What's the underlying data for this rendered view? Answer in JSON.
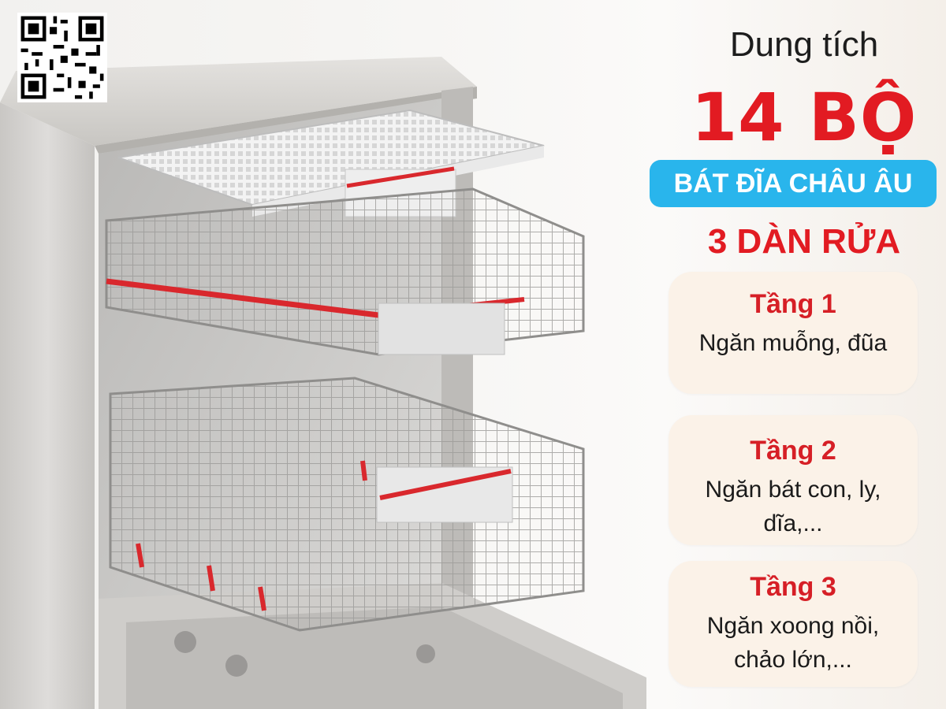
{
  "promo": {
    "capacity_label": "Dung tích",
    "capacity_value": "14 BỘ",
    "capacity_unit": "BÁT ĐĨA CHÂU ÂU",
    "racks_label": "3 DÀN RỬA"
  },
  "tiers": [
    {
      "title": "Tầng 1",
      "desc_lines": [
        "Ngăn muỗng, đũa"
      ]
    },
    {
      "title": "Tầng 2",
      "desc_lines": [
        "Ngăn bát con, ly,",
        "dĩa,..."
      ]
    },
    {
      "title": "Tầng 3",
      "desc_lines": [
        "Ngăn xoong nồi,",
        "chảo lớn,..."
      ]
    }
  ],
  "colors": {
    "accent_red": "#e21b22",
    "pill_blue": "#29b5ec",
    "card_bg": "#fbf2e8",
    "rack_red": "#d9282d"
  },
  "icons": {
    "qr": "qr-code-icon",
    "product": "dishwasher-image"
  }
}
